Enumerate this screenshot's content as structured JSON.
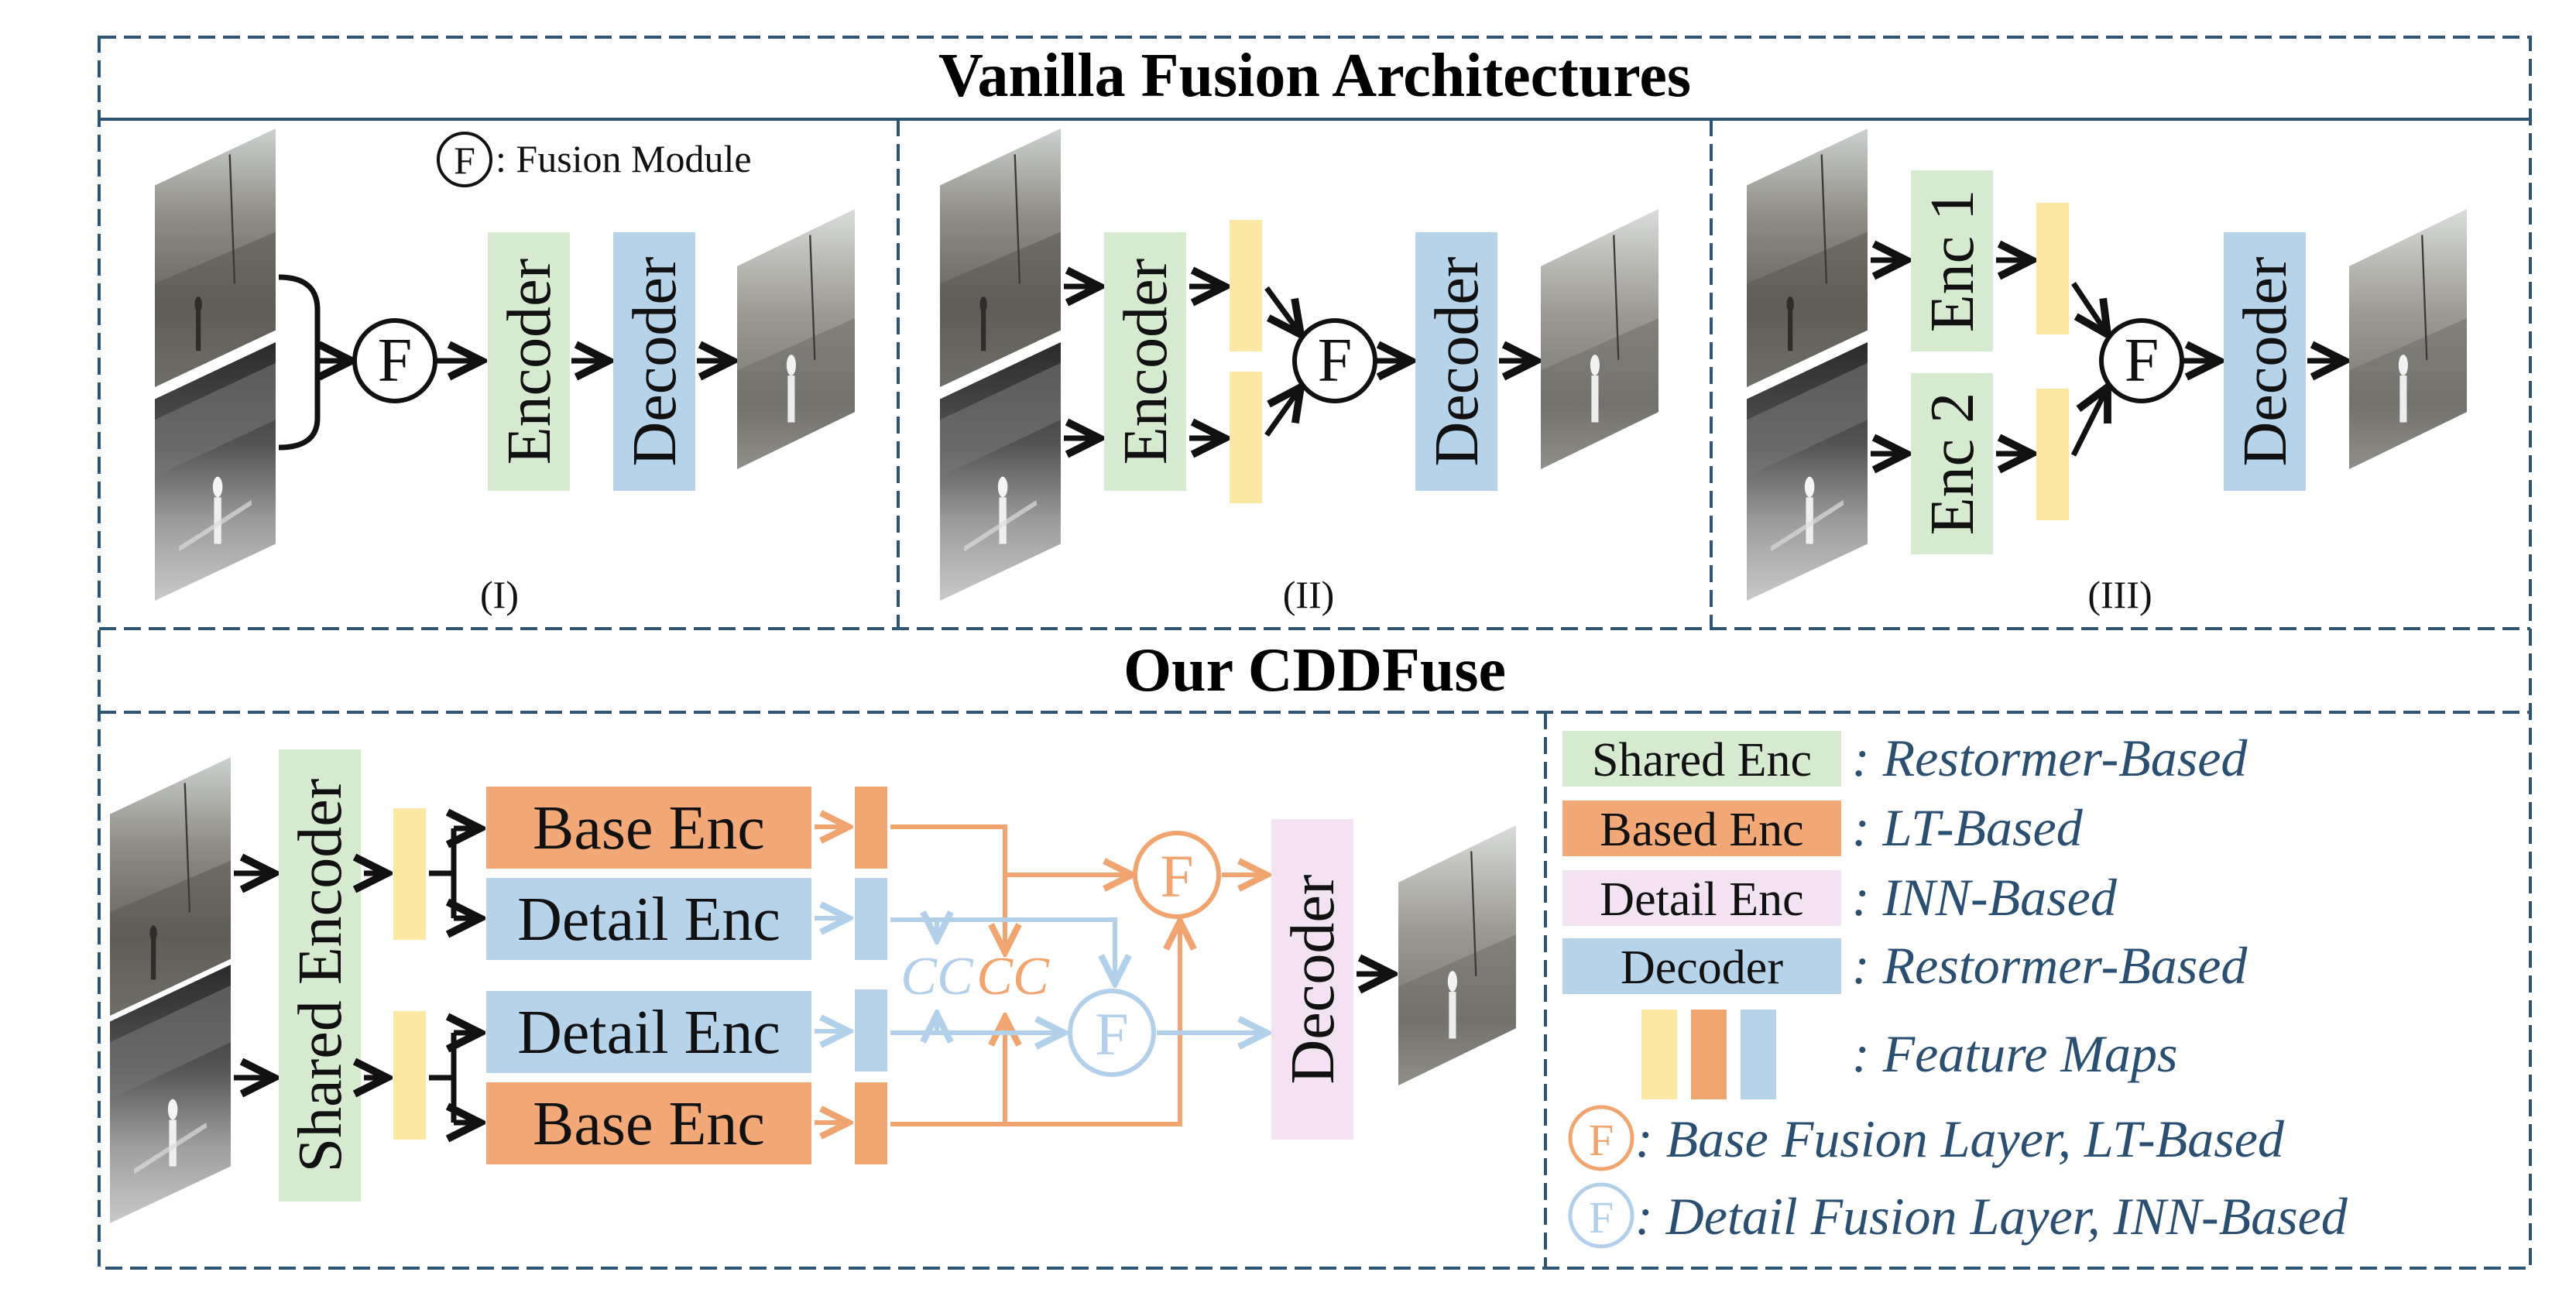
{
  "colors": {
    "frame": "#2f5573",
    "encoder_green": "#d6ead0",
    "decoder_blue": "#b7d3ea",
    "feature_yellow": "#fce7a4",
    "base_orange": "#f3a877",
    "detail_pink": "#f3e3f2",
    "base_fusion": "#f0a470",
    "detail_fusion": "#b2d0ea",
    "legend_text": "#2b4f70"
  },
  "titles": {
    "vanilla": "Vanilla Fusion Architectures",
    "ours": "Our CDDFuse"
  },
  "panel1": {
    "fusion_symbol": "F",
    "fusion_note": ": Fusion Module",
    "encoder": "Encoder",
    "decoder": "Decoder",
    "caption": "(I)"
  },
  "panel2": {
    "encoder": "Encoder",
    "fusion_symbol": "F",
    "decoder": "Decoder",
    "caption": "(II)"
  },
  "panel3": {
    "enc1": "Enc 1",
    "enc2": "Enc 2",
    "fusion_symbol": "F",
    "decoder": "Decoder",
    "caption": "(III)"
  },
  "cddfuse": {
    "shared_encoder": "Shared Encoder",
    "base_enc_top": "Base Enc",
    "detail_enc_top": "Detail Enc",
    "detail_enc_bottom": "Detail Enc",
    "base_enc_bottom": "Base Enc",
    "cc_detail": "CC",
    "cc_base": "CC",
    "base_fusion_symbol": "F",
    "detail_fusion_symbol": "F",
    "decoder": "Decoder"
  },
  "legend": {
    "items": [
      {
        "box": "Shared Enc",
        "desc": ": Restormer-Based"
      },
      {
        "box": "Based Enc",
        "desc": ": LT-Based"
      },
      {
        "box": "Detail Enc",
        "desc": ": INN-Based"
      },
      {
        "box": "Decoder",
        "desc": ": Restormer-Based"
      }
    ],
    "feature_maps": ": Feature Maps",
    "base_fusion_symbol": "F",
    "base_fusion": ": Base Fusion Layer, LT-Based",
    "detail_fusion_symbol": "F",
    "detail_fusion": ": Detail Fusion Layer, INN-Based"
  }
}
